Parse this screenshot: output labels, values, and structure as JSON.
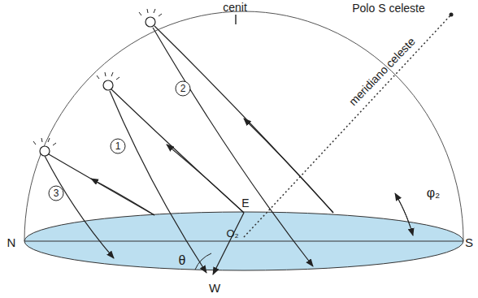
{
  "diagram": {
    "labels": [
      "cenit",
      "Polo S celeste",
      "meridiano celeste",
      "2",
      "1",
      "3",
      "E",
      "φ₂",
      "N",
      "O₂",
      "S",
      "θ",
      "W"
    ]
  }
}
